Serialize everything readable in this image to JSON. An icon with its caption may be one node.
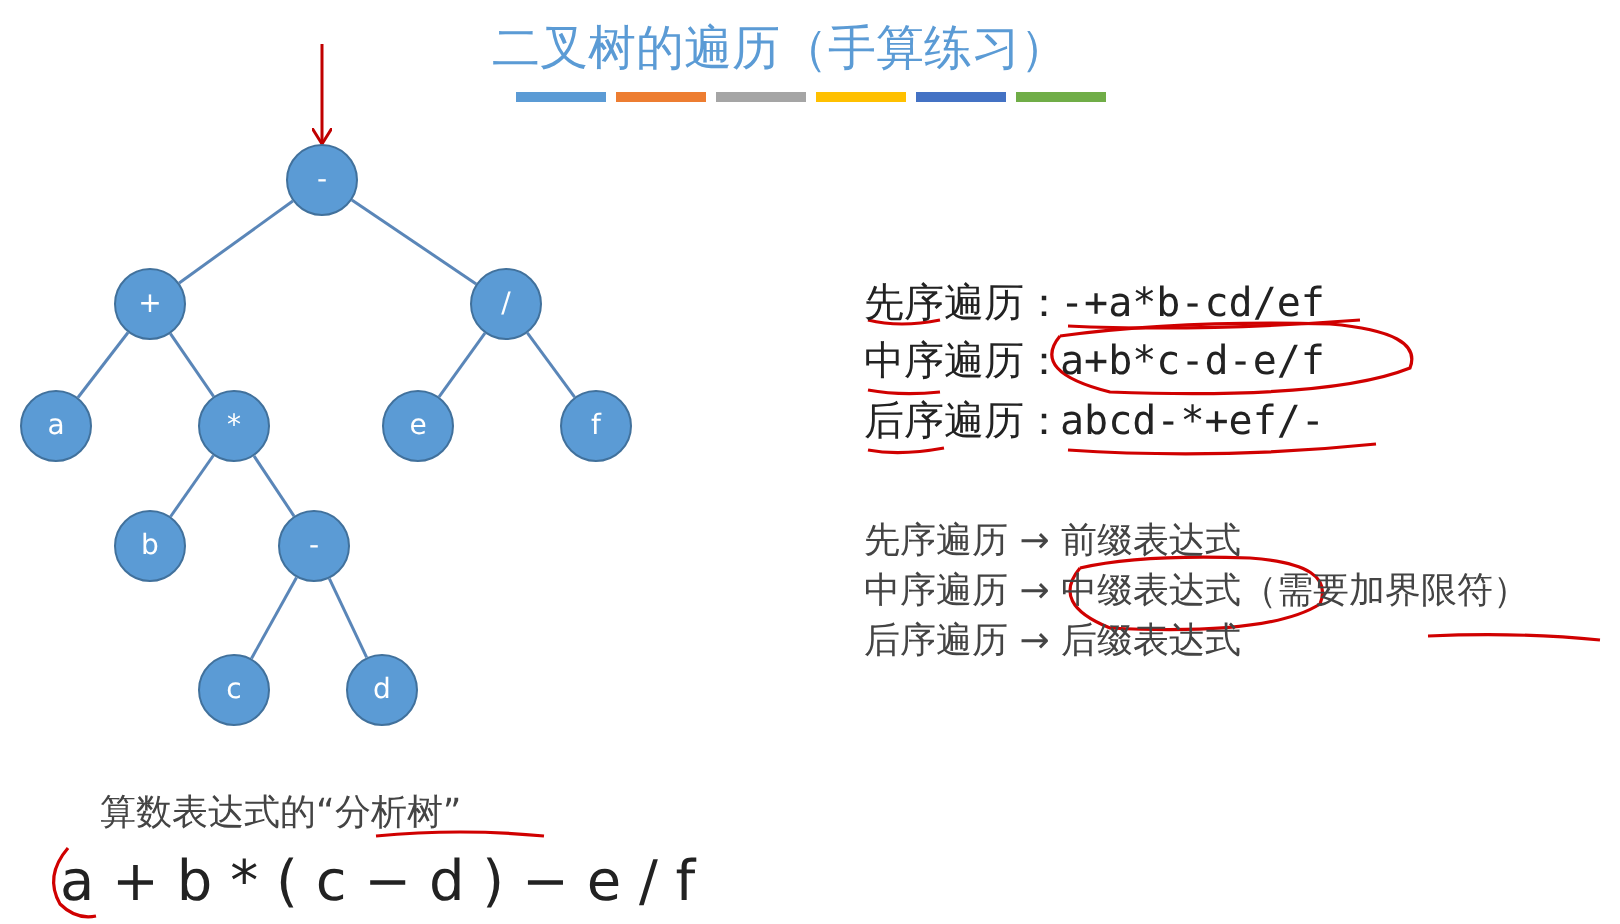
{
  "diagram": {
    "title": "二叉树的遍历（手算练习）",
    "nodes": [
      {
        "text": [
          "-"
        ]
      },
      {
        "text": [
          "+"
        ]
      },
      {
        "text": [
          "/"
        ]
      },
      {
        "text": [
          "a"
        ]
      },
      {
        "text": [
          "*"
        ]
      },
      {
        "text": [
          "e"
        ]
      },
      {
        "text": [
          "f"
        ]
      },
      {
        "text": [
          "b"
        ]
      },
      {
        "text": [
          "-"
        ]
      },
      {
        "text": [
          "c"
        ]
      },
      {
        "text": [
          "d"
        ]
      }
    ],
    "edges": [
      {
        "from": null,
        "to": 0,
        "arrow": "to",
        "color": "#c00000"
      },
      {
        "from": 0,
        "to": 1,
        "arrow": "none"
      },
      {
        "from": 0,
        "to": 2,
        "arrow": "none"
      },
      {
        "from": 1,
        "to": 3,
        "arrow": "none"
      },
      {
        "from": 1,
        "to": 4,
        "arrow": "none"
      },
      {
        "from": 2,
        "to": 5,
        "arrow": "none"
      },
      {
        "from": 2,
        "to": 6,
        "arrow": "none"
      },
      {
        "from": 4,
        "to": 7,
        "arrow": "none"
      },
      {
        "from": 4,
        "to": 8,
        "arrow": "none"
      },
      {
        "from": 8,
        "to": 9,
        "arrow": "none"
      },
      {
        "from": 8,
        "to": 10,
        "arrow": "none"
      }
    ],
    "labels": [
      "先序遍历：",
      "-+a*b-cd/ef",
      "中序遍历：",
      "a+b*c-d-e/f",
      "后序遍历：",
      "abcd-*+ef/-",
      "先序遍历 → 前缀表达式",
      "中序遍历 → 中缀表达式（需要加界限符）",
      "后序遍历 → 后缀表达式",
      "算数表达式的“分析树”",
      "a + b * ( c − d ) − e / f"
    ]
  }
}
